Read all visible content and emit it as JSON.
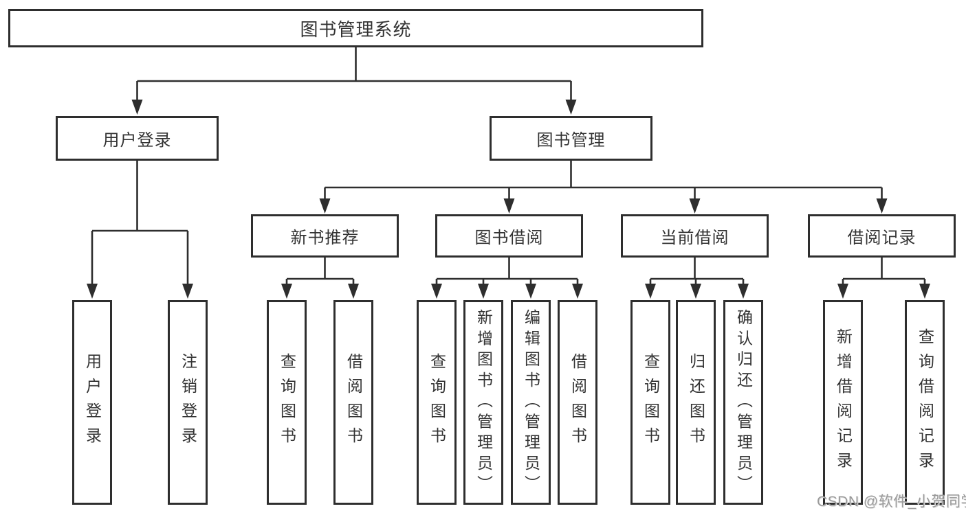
{
  "theme": {
    "line_color": "#2e2e2e",
    "text_color": "#333333",
    "watermark_color": "#9b9b9b"
  },
  "watermark": {
    "text": "CSDN @软件_小贺同学"
  },
  "tree": {
    "root": {
      "label": "图书管理系统",
      "children": [
        {
          "label": "用户登录",
          "children": [
            {
              "label": "用户登录"
            },
            {
              "label": "注销登录"
            }
          ]
        },
        {
          "label": "图书管理",
          "children": [
            {
              "label": "新书推荐",
              "children": [
                {
                  "label": "查询图书"
                },
                {
                  "label": "借阅图书"
                }
              ]
            },
            {
              "label": "图书借阅",
              "children": [
                {
                  "label": "查询图书"
                },
                {
                  "label": "新增图书（管理员）"
                },
                {
                  "label": "编辑图书（管理员）"
                },
                {
                  "label": "借阅图书"
                }
              ]
            },
            {
              "label": "当前借阅",
              "children": [
                {
                  "label": "查询图书"
                },
                {
                  "label": "归还图书"
                },
                {
                  "label": "确认归还（管理员）"
                }
              ]
            },
            {
              "label": "借阅记录",
              "children": [
                {
                  "label": "新增借阅记录"
                },
                {
                  "label": "查询借阅记录"
                }
              ]
            }
          ]
        }
      ]
    }
  }
}
